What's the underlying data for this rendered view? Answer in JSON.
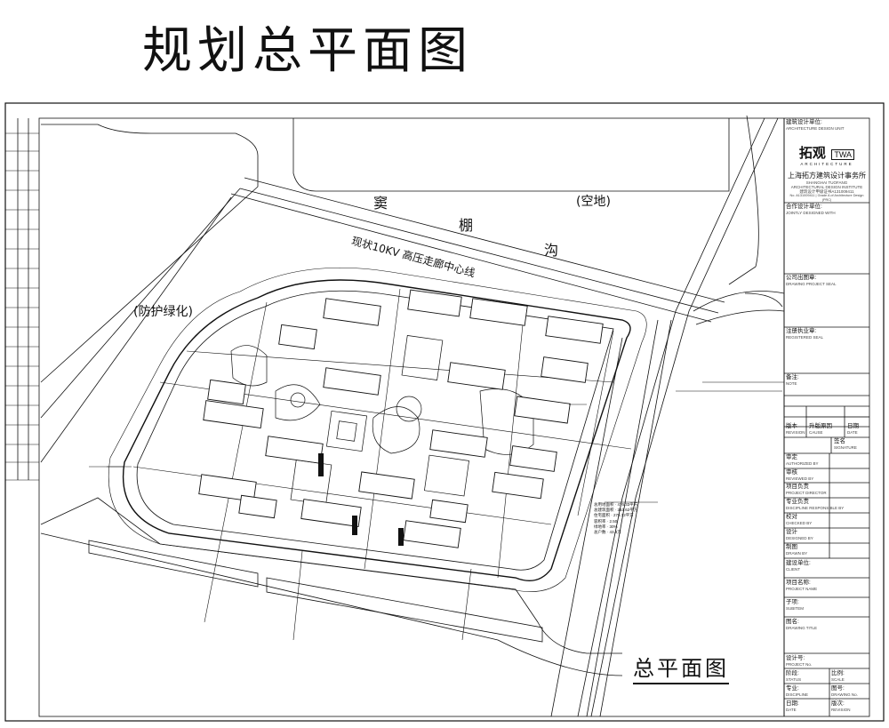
{
  "page_title": "规划总平面图",
  "map_labels": {
    "canal_char1": "窦",
    "canal_char2": "棚",
    "canal_char3": "沟",
    "vacant_land": "(空地)",
    "green_buffer": "(防护绿化)",
    "power_line": "现状10KV  高压走廊中心线"
  },
  "drawing_title": "总平面图",
  "title_block": {
    "design_unit_cn": "建筑设计单位:",
    "design_unit_en": "ARCHITECTURE DESIGN UNIT",
    "logo_text": "拓观",
    "logo_badge": "TWA",
    "logo_sub": "ARCHITECTURE",
    "firm_name": "上海拓方建筑设计事务所",
    "firm_en1": "SHANGHAI TUOFANG",
    "firm_en2": "ARCHITECTURAL DESIGN INSTITUTE",
    "cert": "建筑设计甲级证书A131009411",
    "cert_en": "No. A131009411 | Grade A of Architecture Design (PRC)",
    "jointly_cn": "合作设计单位:",
    "jointly_en": "JOINTLY DESIGNED WITH",
    "seal_cn": "公司出图章:",
    "seal_en": "DRAWING PROJECT SEAL",
    "reg_cn": "注册执业章:",
    "reg_en": "REGISTERED SEAL",
    "note_cn": "备注:",
    "note_en": "NOTE",
    "rev_cn": "版本",
    "rev_en": "REVISION",
    "cause_cn": "升版原因",
    "cause_en": "CAUSE",
    "date_cn": "日期",
    "date_en": "DATE",
    "sign_cn": "签名",
    "sign_en": "SIGNATURE",
    "auth_cn": "审定",
    "auth_en": "AUTHORIZED BY",
    "review_cn": "审核",
    "review_en": "REVIEWED BY",
    "pd_cn": "项目负责",
    "pd_en": "PROJECT DIRECTOR",
    "dr_cn": "专业负责",
    "dr_en": "DISCIPLINE RESPONSIBLE BY",
    "chk_cn": "校对",
    "chk_en": "CHECKED BY",
    "des_cn": "设计",
    "des_en": "DESIGNED BY",
    "drw_cn": "制图",
    "drw_en": "DRAWN BY",
    "client_cn": "建设单位:",
    "client_en": "CLIENT",
    "proj_cn": "项目名称:",
    "proj_en": "PROJECT NAME",
    "sub_cn": "子项:",
    "sub_en": "SUBITEM",
    "dt_cn": "图名:",
    "dt_en": "DRAWING TITLE",
    "pno_cn": "设计号:",
    "pno_en": "PROJECT No.",
    "stage_cn": "阶段:",
    "stage_en": "STATUS",
    "scale_cn": "比例:",
    "scale_en": "SCALE",
    "disc_cn": "专业:",
    "disc_en": "DISCIPLINE",
    "dno_cn": "图号:",
    "dno_en": "DRAWING No.",
    "d_cn": "日期:",
    "d_en": "DATE",
    "ver_cn": "版次:",
    "ver_en": "REVISION"
  },
  "stats": [
    "总用地面积 · 476.33平方",
    "总建筑面积 · 353.62平方",
    "住宅面积 · 275.72平方",
    "容积率 · 2.50",
    "绿地率 · 30%",
    "总户数 · 43.8万"
  ]
}
